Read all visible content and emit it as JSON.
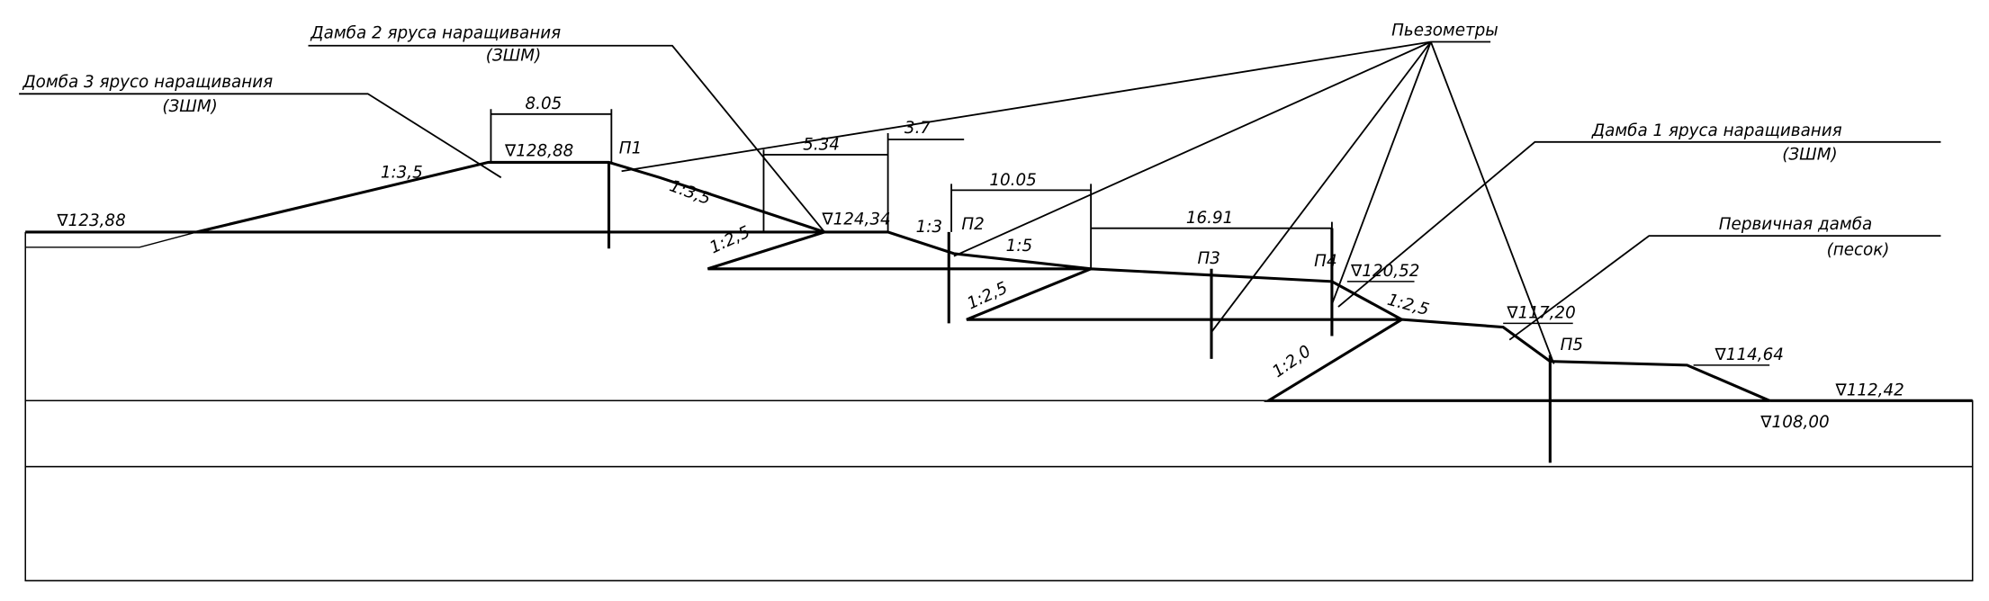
{
  "labels": {
    "dam2": {
      "title": "Дамба 2 яруса наращивания",
      "material": "(ЗШМ)"
    },
    "dam3": {
      "title": "Домба 3 ярусо наращивания",
      "material": "(ЗШМ)"
    },
    "piezometers": "Пьезометры",
    "dam1": {
      "title": "Дамба 1 яруса наращивания",
      "material": "(ЗШМ)"
    },
    "primary_dam": {
      "title": "Первичная дамба",
      "material": "(песок)"
    }
  },
  "elevations": {
    "left_ground": "∇123,88",
    "dam3_crest": "∇128,88",
    "dam2_crest": "∇124,34",
    "dam1_crest": "∇120,52",
    "primary_crest": "∇117,20",
    "berm": "∇114,64",
    "base": "∇112,42",
    "foundation": "∇108,00"
  },
  "dimensions": {
    "d1": "8.05",
    "d2": "5.34",
    "d3": "3.7",
    "d4": "10.05",
    "d5": "16.91"
  },
  "slopes": {
    "dam3_up": "1:3,5",
    "dam3_down": "1:3,5",
    "dam2_up": "1:2,5",
    "dam2_down": "1:3",
    "dam2_lower": "1:5",
    "dam1_up": "1:2,5",
    "dam1_down": "1:2,5",
    "primary_up": "1:2,0"
  },
  "piezometer_ids": [
    "П1",
    "П2",
    "П3",
    "П4",
    "П5"
  ]
}
